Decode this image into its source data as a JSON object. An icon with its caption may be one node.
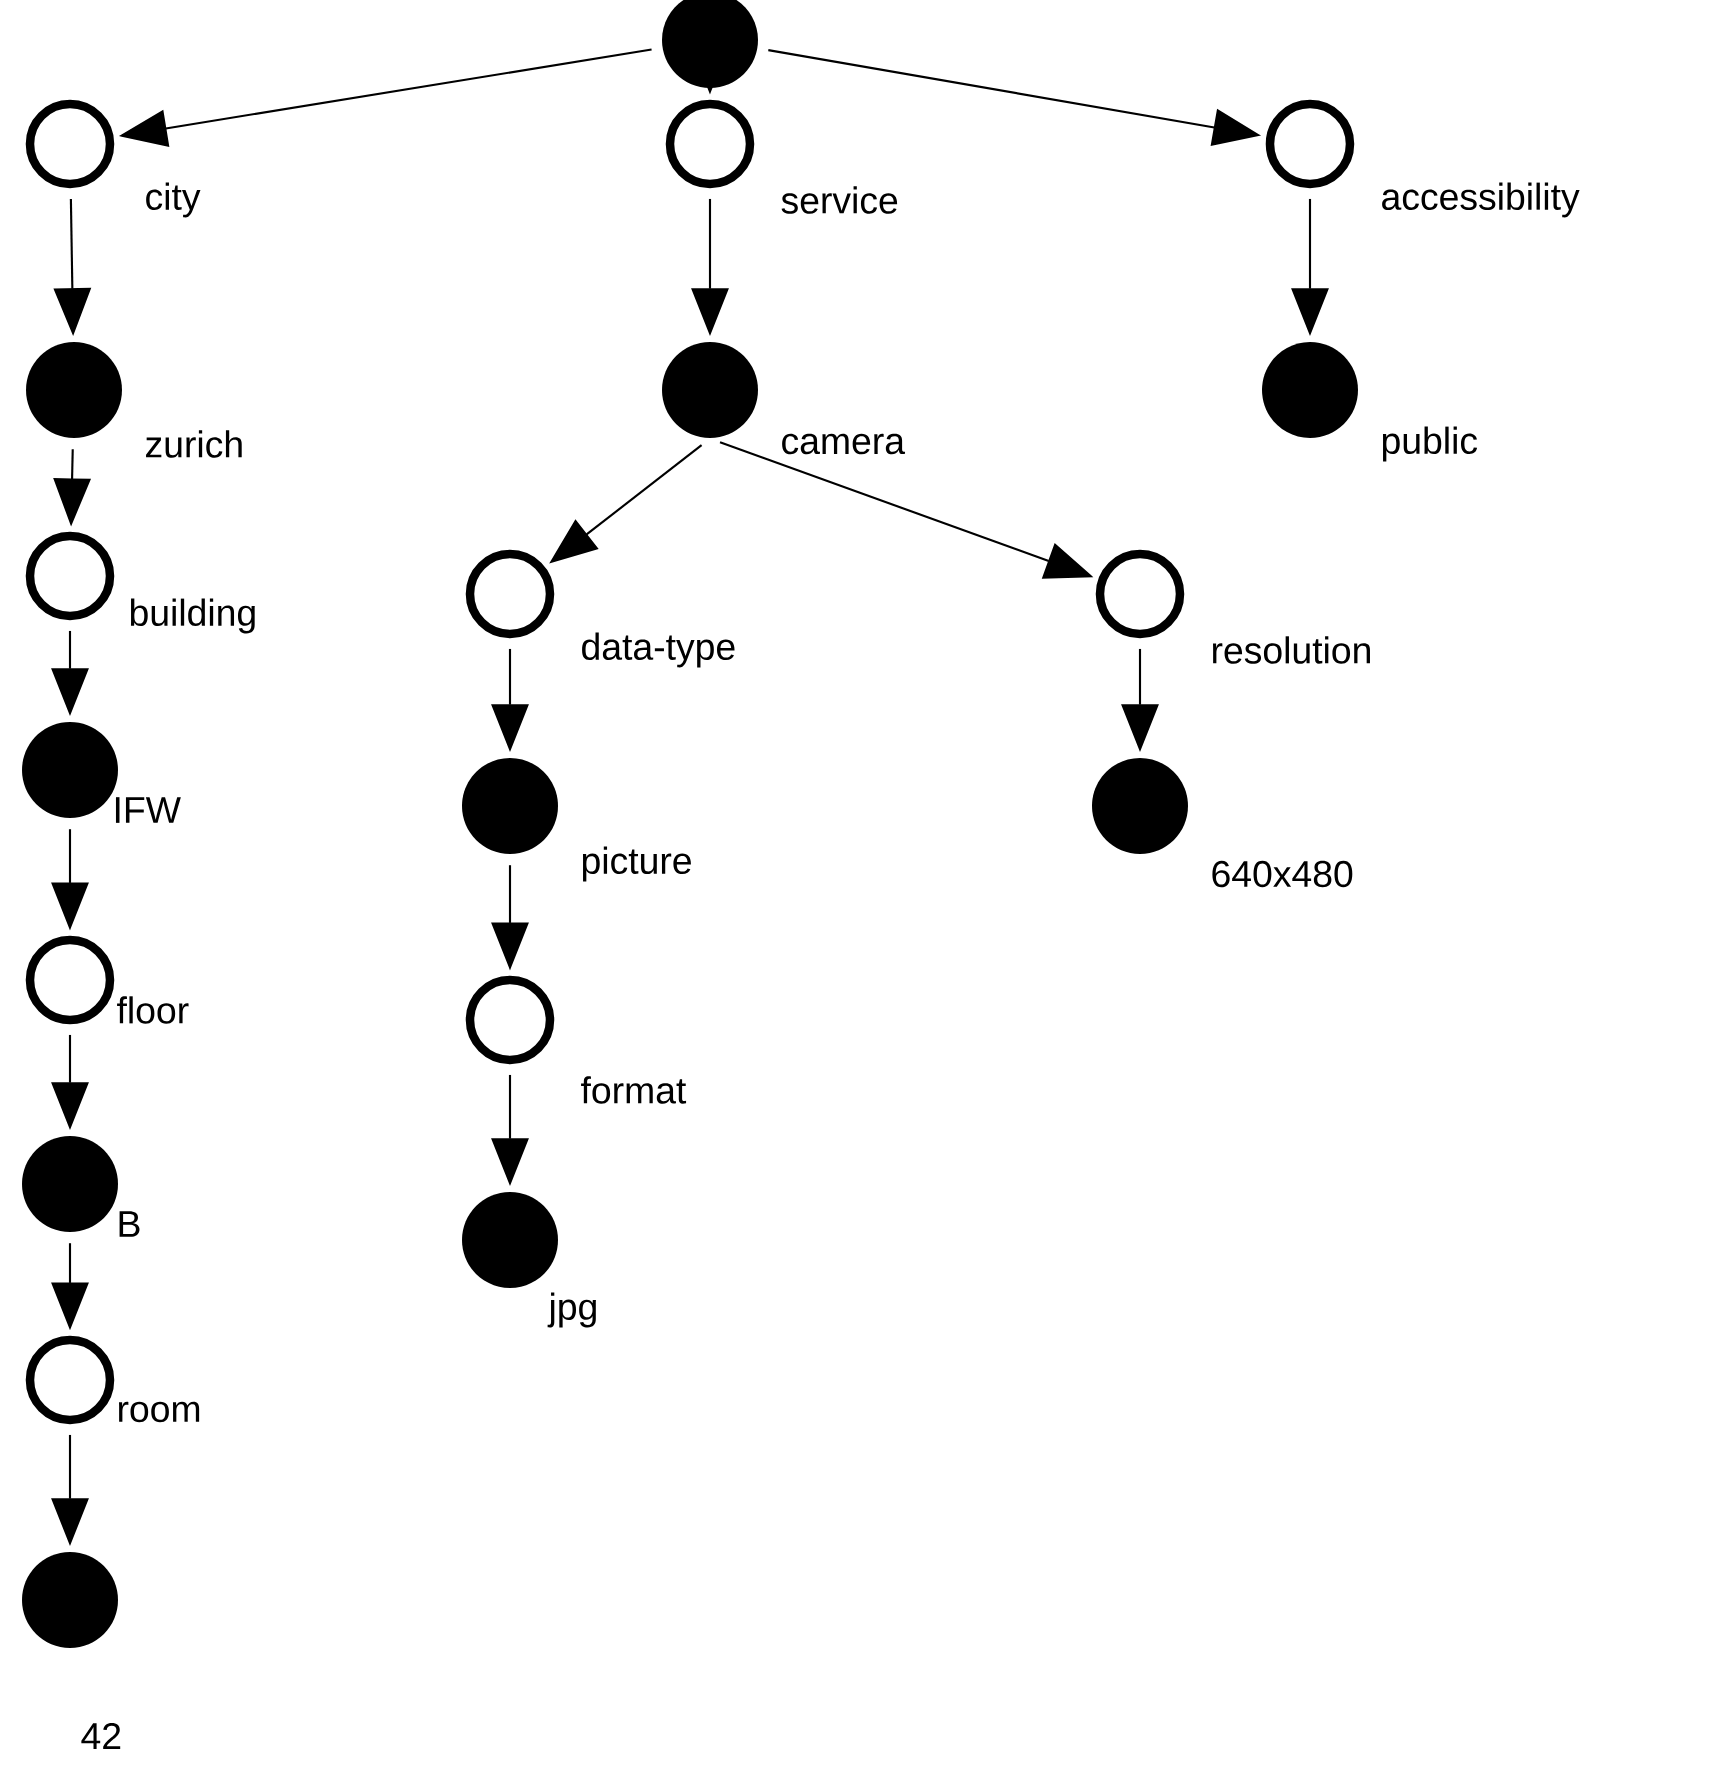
{
  "diagram": {
    "nodes": [
      {
        "text": [],
        "shape": "dot"
      },
      {
        "text": [],
        "shape": "circle",
        "beside": [
          "city"
        ]
      },
      {
        "text": [],
        "shape": "dot",
        "beside": [
          "zurich"
        ]
      },
      {
        "text": [],
        "shape": "circle",
        "beside": [
          "building"
        ]
      },
      {
        "text": [],
        "shape": "dot",
        "beside": [
          "IFW"
        ]
      },
      {
        "text": [],
        "shape": "circle",
        "beside": [
          "floor"
        ]
      },
      {
        "text": [],
        "shape": "dot",
        "beside": [
          "B"
        ]
      },
      {
        "text": [],
        "shape": "circle",
        "beside": [
          "room"
        ]
      },
      {
        "text": [],
        "shape": "dot",
        "beside": [
          "42"
        ]
      },
      {
        "text": [],
        "shape": "circle",
        "beside": [
          "service"
        ]
      },
      {
        "text": [],
        "shape": "dot",
        "beside": [
          "camera"
        ]
      },
      {
        "text": [],
        "shape": "circle",
        "beside": [
          "data-type"
        ]
      },
      {
        "text": [],
        "shape": "dot",
        "beside": [
          "picture"
        ]
      },
      {
        "text": [],
        "shape": "circle",
        "beside": [
          "format"
        ]
      },
      {
        "text": [],
        "shape": "dot",
        "beside": [
          "jpg"
        ]
      },
      {
        "text": [],
        "shape": "circle",
        "beside": [
          "resolution"
        ]
      },
      {
        "text": [],
        "shape": "dot",
        "beside": [
          "640x480"
        ]
      },
      {
        "text": [],
        "shape": "circle",
        "beside": [
          "accessibility"
        ]
      },
      {
        "text": [],
        "shape": "dot",
        "beside": [
          "public"
        ]
      }
    ],
    "edges": [
      {
        "from": 0,
        "to": 1,
        "arrow": "to"
      },
      {
        "from": 0,
        "to": 9,
        "arrow": "to"
      },
      {
        "from": 0,
        "to": 17,
        "arrow": "to"
      },
      {
        "from": 1,
        "to": 2,
        "arrow": "to"
      },
      {
        "from": 2,
        "to": 3,
        "arrow": "to"
      },
      {
        "from": 3,
        "to": 4,
        "arrow": "to"
      },
      {
        "from": 4,
        "to": 5,
        "arrow": "to"
      },
      {
        "from": 5,
        "to": 6,
        "arrow": "to"
      },
      {
        "from": 6,
        "to": 7,
        "arrow": "to"
      },
      {
        "from": 7,
        "to": 8,
        "arrow": "to"
      },
      {
        "from": 9,
        "to": 10,
        "arrow": "to"
      },
      {
        "from": 10,
        "to": 11,
        "arrow": "to"
      },
      {
        "from": 10,
        "to": 15,
        "arrow": "to"
      },
      {
        "from": 11,
        "to": 12,
        "arrow": "to"
      },
      {
        "from": 12,
        "to": 13,
        "arrow": "to"
      },
      {
        "from": 13,
        "to": 14,
        "arrow": "to"
      },
      {
        "from": 15,
        "to": 16,
        "arrow": "to"
      },
      {
        "from": 17,
        "to": 18,
        "arrow": "to"
      }
    ]
  }
}
